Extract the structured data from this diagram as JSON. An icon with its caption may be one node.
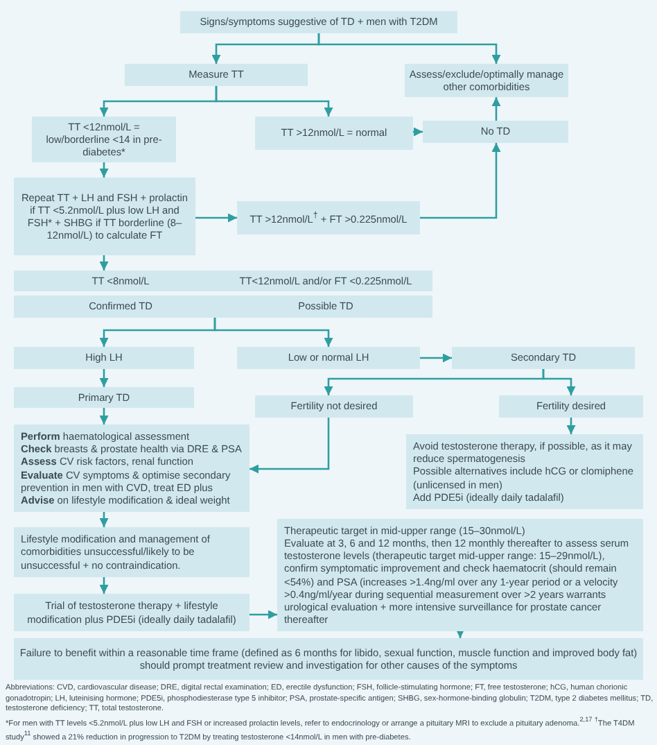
{
  "diagram": {
    "nodes": [
      {
        "text": [
          "Signs/symptoms suggestive of TD + men with T2DM"
        ]
      },
      {
        "text": [
          "Measure TT"
        ]
      },
      {
        "text": [
          "Assess/exclude/optimally manage other comorbidities"
        ]
      },
      {
        "text": [
          "TT <12nmol/L = low/borderline <14 in pre-diabetes*"
        ]
      },
      {
        "text": [
          "TT >12nmol/L = normal"
        ]
      },
      {
        "text": [
          "No TD"
        ]
      },
      {
        "text": [
          "Repeat TT + LH and FSH + prolactin if TT <5.2nmol/L plus low LH and FSH* + SHBG if TT borderline (8–12nmol/L) to calculate FT"
        ]
      },
      {
        "text": [
          "TT >12nmol/L$^{†}$ + FT >0.225nmol/L"
        ]
      },
      {
        "text": [
          "TT <8nmol/L",
          "TT<12nmol/L and/or FT <0.225nmol/L"
        ]
      },
      {
        "text": [
          "Confirmed TD",
          "Possible TD"
        ]
      },
      {
        "text": [
          "High LH"
        ]
      },
      {
        "text": [
          "Low or normal LH"
        ]
      },
      {
        "text": [
          "Secondary TD"
        ]
      },
      {
        "text": [
          "Primary TD"
        ]
      },
      {
        "text": [
          "Fertility not desired"
        ]
      },
      {
        "text": [
          "Fertility desired"
        ]
      },
      {
        "text": [
          "**Perform** haematological assessment",
          "**Check** breasts & prostate health via DRE & PSA",
          "**Assess** CV risk factors, renal function",
          "**Evaluate** CV symptoms & optimise secondary prevention in men with CVD, treat ED plus",
          "**Advise** on lifestyle modification & ideal weight"
        ]
      },
      {
        "text": [
          "Avoid testosterone therapy, if possible, as it may reduce spermatogenesis",
          "Possible alternatives include hCG or clomiphene (unlicensed in men)",
          "Add PDE5i (ideally daily tadalafil)"
        ]
      },
      {
        "text": [
          "Lifestyle modification and management of comorbidities unsuccessful/likely to be unsuccessful + no contraindication."
        ]
      },
      {
        "text": [
          "Trial of testosterone therapy + lifestyle modification plus PDE5i (ideally daily tadalafil)"
        ]
      },
      {
        "text": [
          "Therapeutic target in mid-upper range (15–30nmol/L)",
          "Evaluate at 3, 6 and 12 months, then 12 monthly thereafter to assess serum testosterone levels (therapeutic target mid-upper range: 15–29nmol/L), confirm symptomatic improvement and check haematocrit (should remain <54%) and PSA (increases >1.4ng/ml over any 1-year period or a velocity >0.4ng/ml/year during sequential measurement over >2 years warrants urological evaluation + more intensive surveillance for prostate cancer thereafter"
        ]
      },
      {
        "text": [
          "Failure to benefit within a reasonable time frame (defined as 6 months for libido, sexual function, muscle function and improved body fat) should prompt treatment review and investigation for other causes of the symptoms"
        ]
      }
    ],
    "edges": [
      {
        "from": 0,
        "to": 1,
        "arrow": "to"
      },
      {
        "from": 0,
        "to": 2,
        "arrow": "to"
      },
      {
        "from": 1,
        "to": 3,
        "arrow": "to"
      },
      {
        "from": 1,
        "to": 4,
        "arrow": "to"
      },
      {
        "from": 4,
        "to": 5,
        "arrow": "to"
      },
      {
        "from": 5,
        "to": 2,
        "arrow": "to"
      },
      {
        "from": 3,
        "to": 6,
        "arrow": "to"
      },
      {
        "from": 6,
        "to": 7,
        "arrow": "to"
      },
      {
        "from": 7,
        "to": 5,
        "arrow": "to"
      },
      {
        "from": 6,
        "to": 8,
        "arrow": "to"
      },
      {
        "from": 9,
        "to": 10,
        "arrow": "to"
      },
      {
        "from": 9,
        "to": 11,
        "arrow": "to"
      },
      {
        "from": 10,
        "to": 13,
        "arrow": "to"
      },
      {
        "from": 13,
        "to": 16,
        "arrow": "to"
      },
      {
        "from": 11,
        "to": 12,
        "arrow": "to"
      },
      {
        "from": 12,
        "to": 14,
        "arrow": "to"
      },
      {
        "from": 12,
        "to": 15,
        "arrow": "to"
      },
      {
        "from": 14,
        "to": 16,
        "arrow": "to"
      },
      {
        "from": 15,
        "to": 17,
        "arrow": "to"
      },
      {
        "from": 16,
        "to": 18,
        "arrow": "to"
      },
      {
        "from": 18,
        "to": 19,
        "arrow": "to"
      },
      {
        "from": 19,
        "to": 20,
        "arrow": "to"
      },
      {
        "from": 20,
        "to": 21,
        "arrow": "to"
      }
    ],
    "labels": [
      "Abbreviations: CVD, cardiovascular disease; DRE, digital rectal examination; ED, erectile dysfunction; FSH, follicle-stimulating hormone; FT, free testosterone; hCG, human chorionic gonadotropin; LH, luteinising hormone; PDE5i, phosphodiesterase type 5 inhibitor; PSA, prostate-specific antigen; SHBG, sex-hormone-binding globulin; T2DM, type 2 diabetes mellitus; TD, testosterone deficiency; TT, total testosterone.",
      "*For men with TT levels <5.2nmol/L plus low LH and FSH or increased prolactin levels, refer to endocrinology or arrange a pituitary MRI to exclude a pituitary adenoma.$^{2,17}$ $^{†}$The T4DM study$^{11}$ showed a 21% reduction in progression to T2DM by treating testosterone <14nmol/L in men with pre-diabetes."
    ]
  }
}
